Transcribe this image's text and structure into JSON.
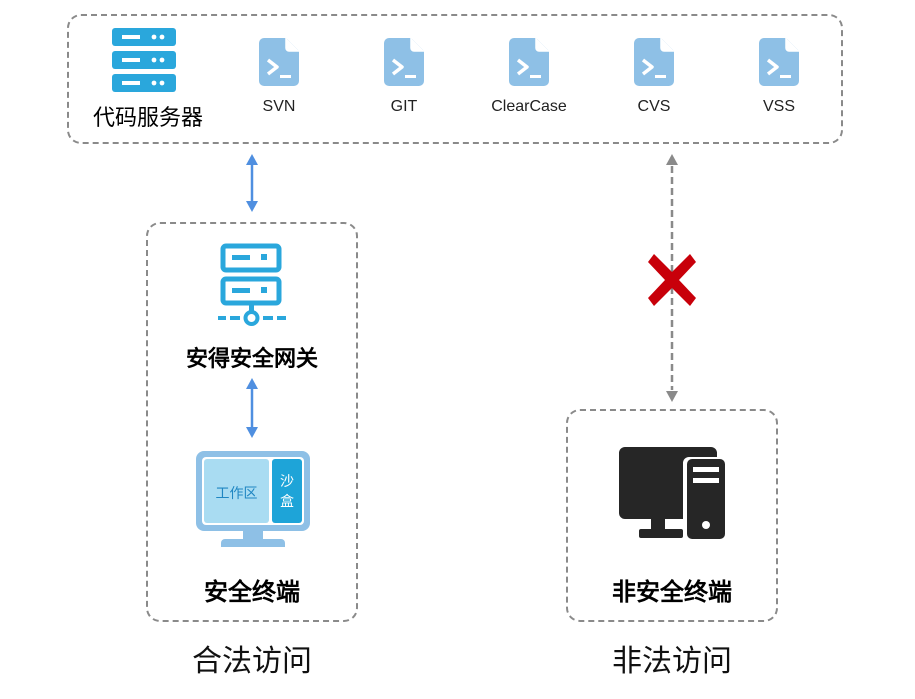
{
  "code_server": {
    "label": "代码服务器",
    "icon": "server-stack-icon",
    "repositories": [
      {
        "label": "SVN",
        "icon": "terminal-file-icon"
      },
      {
        "label": "GIT",
        "icon": "terminal-file-icon"
      },
      {
        "label": "ClearCase",
        "icon": "terminal-file-icon"
      },
      {
        "label": "CVS",
        "icon": "terminal-file-icon"
      },
      {
        "label": "VSS",
        "icon": "terminal-file-icon"
      }
    ]
  },
  "legal": {
    "gateway_label": "安得安全网关",
    "terminal_label": "安全终端",
    "workspace_label": "工作区",
    "sandbox_label_line1": "沙",
    "sandbox_label_line2": "盒",
    "caption": "合法访问"
  },
  "illegal": {
    "terminal_label": "非安全终端",
    "caption": "非法访问",
    "blocked_icon": "red-x-icon"
  },
  "colors": {
    "accent_blue": "#2aa7dc",
    "file_icon_blue": "#8ec0e6",
    "arrow_blue": "#4f8fe0",
    "blocked_red": "#c8000a",
    "dash_gray": "#8a8a8a",
    "dark_icon": "#262626"
  }
}
